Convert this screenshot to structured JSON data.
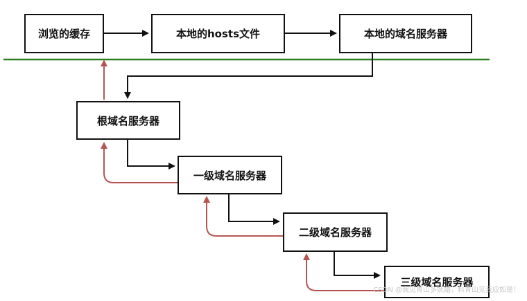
{
  "nodes": {
    "browser_cache": "浏览的缓存",
    "local_hosts": "本地的hosts文件",
    "local_dns": "本地的域名服务器",
    "root_dns": "根域名服务器",
    "first_level_dns": "一级域名服务器",
    "second_level_dns": "二级域名服务器",
    "third_level_dns": "三级域名服务器"
  },
  "watermark": "CSDN @我见青山多妩媚，料青山见我应如是！",
  "colors": {
    "query_arrow": "#111111",
    "response_arrow": "#b85450",
    "divider_line": "#2e7d1e",
    "box_border": "#111111"
  }
}
